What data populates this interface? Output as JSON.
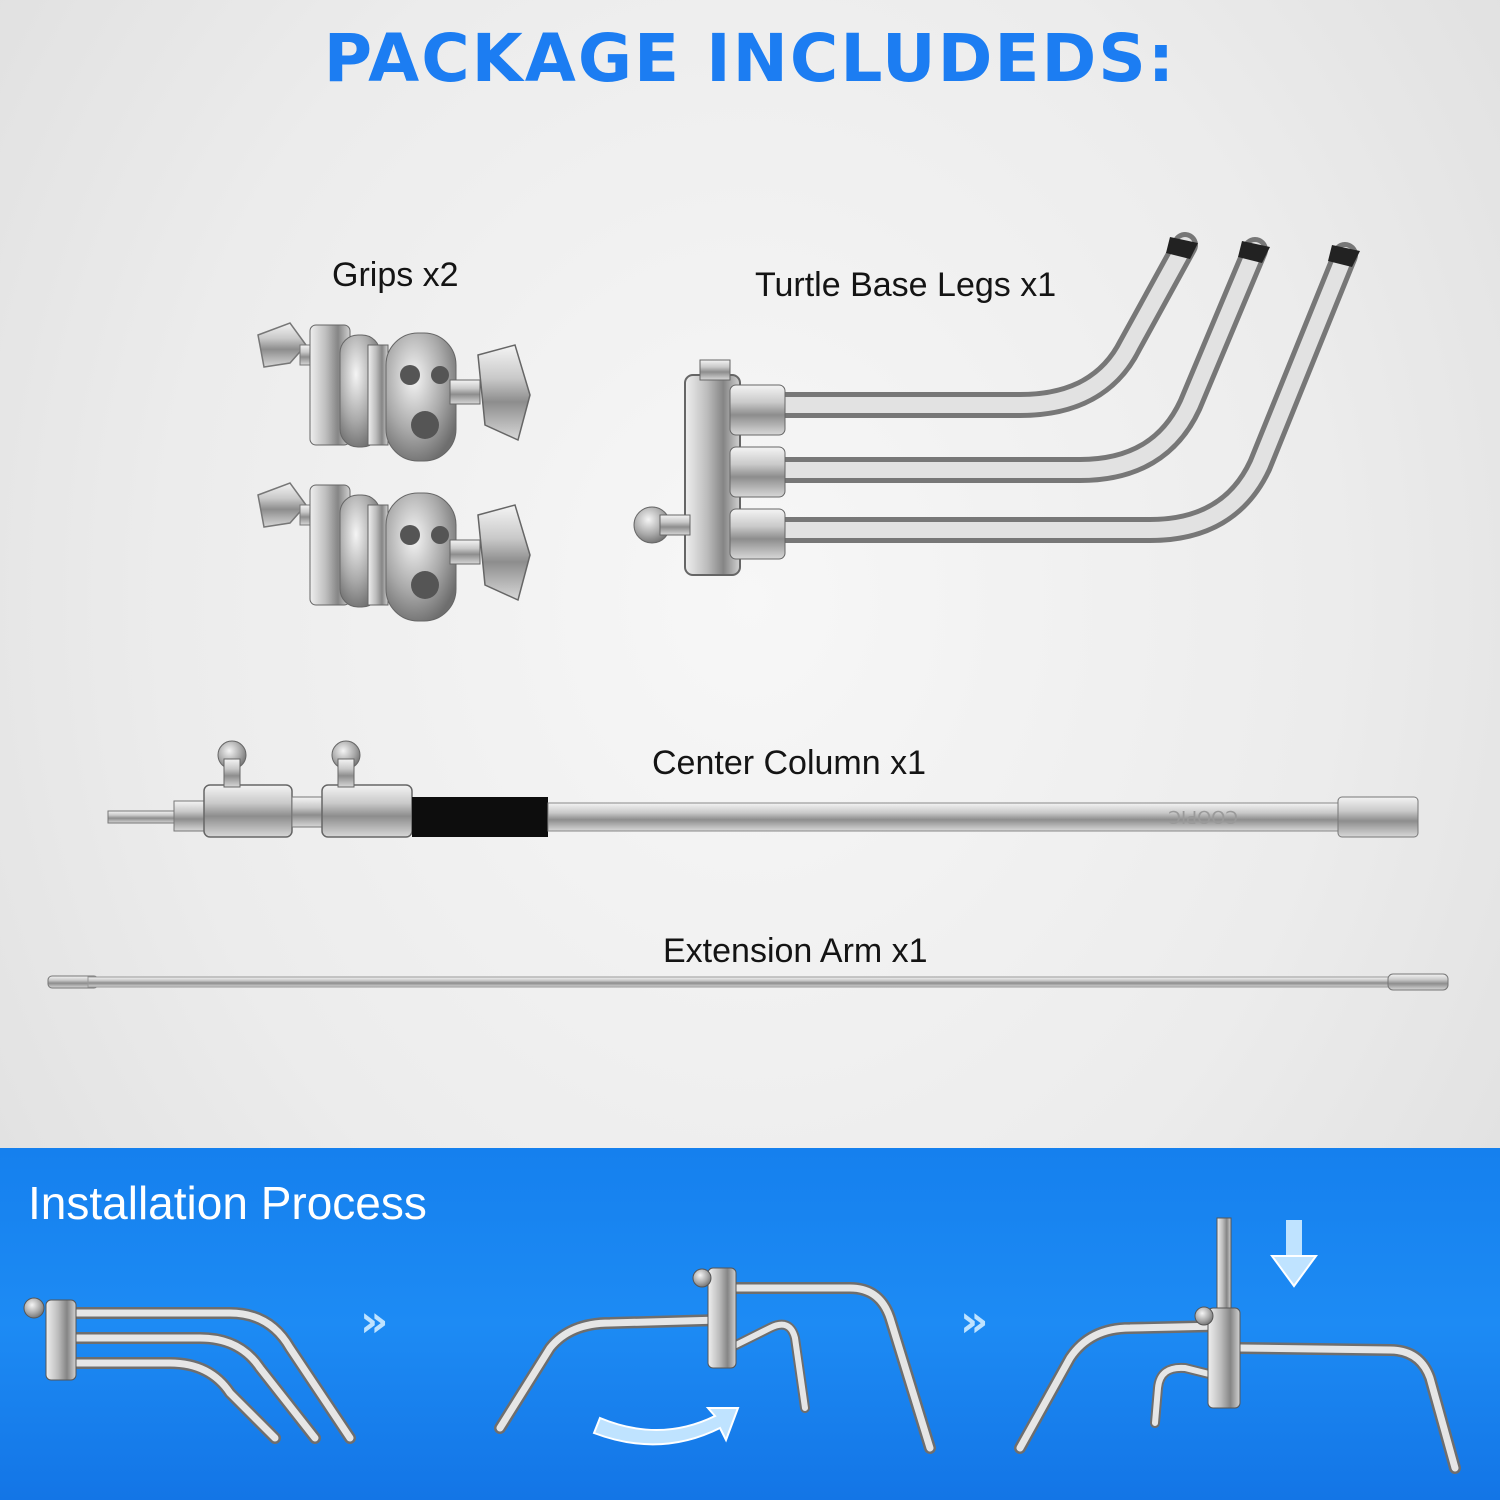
{
  "header": {
    "title": "PACKAGE INCLUDEDS:"
  },
  "items": {
    "grips": "Grips x2",
    "turtle_base": "Turtle Base Legs x1",
    "center_column": "Center Column x1",
    "extension_arm": "Extension Arm x1"
  },
  "installation": {
    "title": "Installation Process",
    "step_arrows": [
      "»",
      "»"
    ]
  },
  "column_marking": "COOPIC",
  "colors": {
    "accent": "#1c7df2",
    "banner": "#1a84f0",
    "metal": "#c8c8c8"
  }
}
